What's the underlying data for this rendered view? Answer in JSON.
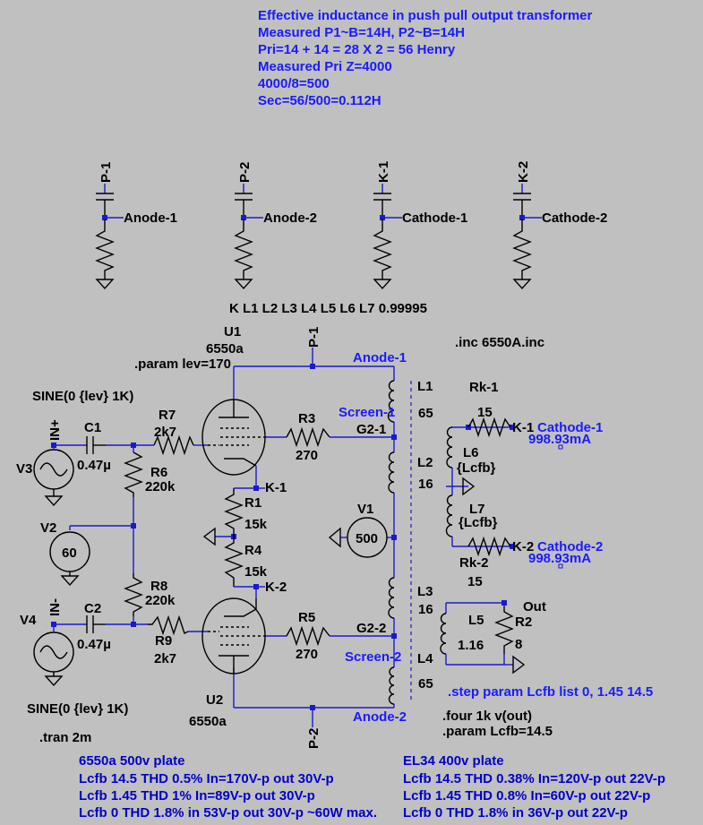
{
  "header_notes": [
    "Effective inductance in push pull output transformer",
    "Measured P1~B=14H, P2~B=14H",
    "Pri=14 + 14 = 28 X 2 = 56 Henry",
    "Measured Pri Z=4000",
    "4000/8=500",
    "Sec=56/500=0.112H"
  ],
  "probe_caps": [
    {
      "port": "P-1",
      "net": "Anode-1"
    },
    {
      "port": "P-2",
      "net": "Anode-2"
    },
    {
      "port": "K-1",
      "net": "Cathode-1"
    },
    {
      "port": "K-2",
      "net": "Cathode-2"
    }
  ],
  "coupling": "K L1 L2 L3 L4 L5 L6 L7  0.99995",
  "directives": {
    "inc": ".inc 6550A.inc",
    "param_lev": ".param lev=170",
    "tran": ".tran 2m",
    "step": ".step param Lcfb list 0, 1.45 14.5",
    "four": ".four 1k v(out)",
    "param_lcfb": ".param Lcfb=14.5"
  },
  "components": {
    "U1": {
      "ref": "U1",
      "model": "6550a"
    },
    "U2": {
      "ref": "U2",
      "model": "6550a"
    },
    "V1": {
      "ref": "V1",
      "value": "500"
    },
    "V2": {
      "ref": "V2",
      "value": "60"
    },
    "V3": {
      "ref": "V3",
      "value": "SINE(0 {lev} 1K)"
    },
    "V4": {
      "ref": "V4",
      "value": "SINE(0 {lev} 1K)"
    },
    "C1": {
      "ref": "C1",
      "value": "0.47µ"
    },
    "C2": {
      "ref": "C2",
      "value": "0.47µ"
    },
    "R1": {
      "ref": "R1",
      "value": "15k"
    },
    "R2": {
      "ref": "R2",
      "value": "8"
    },
    "R3": {
      "ref": "R3",
      "value": "270"
    },
    "R4": {
      "ref": "R4",
      "value": "15k"
    },
    "R5": {
      "ref": "R5",
      "value": "270"
    },
    "R6": {
      "ref": "R6",
      "value": "220k"
    },
    "R7": {
      "ref": "R7",
      "value": "2k7"
    },
    "R8": {
      "ref": "R8",
      "value": "220k"
    },
    "R9": {
      "ref": "R9",
      "value": "2k7"
    },
    "Rk1": {
      "ref": "Rk-1",
      "value": "15"
    },
    "Rk2": {
      "ref": "Rk-2",
      "value": "15"
    },
    "L1": {
      "ref": "L1",
      "value": "65"
    },
    "L2": {
      "ref": "L2",
      "value": "16"
    },
    "L3": {
      "ref": "L3",
      "value": "16"
    },
    "L4": {
      "ref": "L4",
      "value": "65"
    },
    "L5": {
      "ref": "L5",
      "value": "1.16"
    },
    "L6": {
      "ref": "L6",
      "value": "{Lcfb}"
    },
    "L7": {
      "ref": "L7",
      "value": "{Lcfb}"
    }
  },
  "net_labels": {
    "anode1": "Anode-1",
    "anode2": "Anode-2",
    "screen1": "Screen-1",
    "screen2": "Screen-2",
    "g21": "G2-1",
    "g22": "G2-2",
    "k1": "K-1",
    "k2": "K-2",
    "cathode1": "Cathode-1",
    "cathode2": "Cathode-2",
    "out": "Out",
    "in_plus": "IN+",
    "in_minus": "IN-",
    "p1": "P-1",
    "p2": "P-2"
  },
  "currents": {
    "cathode1": "998.93mA",
    "cathode2": "998.93mA"
  },
  "result_notes": {
    "left": [
      "6550a 500v plate",
      "Lcfb 14.5 THD 0.5% In=170V-p out 30V-p",
      "Lcfb 1.45 THD 1% In=89V-p out 30V-p",
      "Lcfb 0 THD 1.8% in 53V-p out 30V-p ~60W max."
    ],
    "right": [
      "EL34 400v plate",
      "Lcfb 14.5 THD 0.38% In=120V-p out 22V-p",
      "Lcfb 1.45 THD 0.8% In=60V-p out 22V-p",
      "Lcfb 0 THD 1.8% in 36V-p out 22V-p"
    ]
  },
  "colors": {
    "background": "#c0c0c0",
    "wire": "#1a1acc",
    "note_text": "#1a1aff",
    "component": "#000000"
  }
}
